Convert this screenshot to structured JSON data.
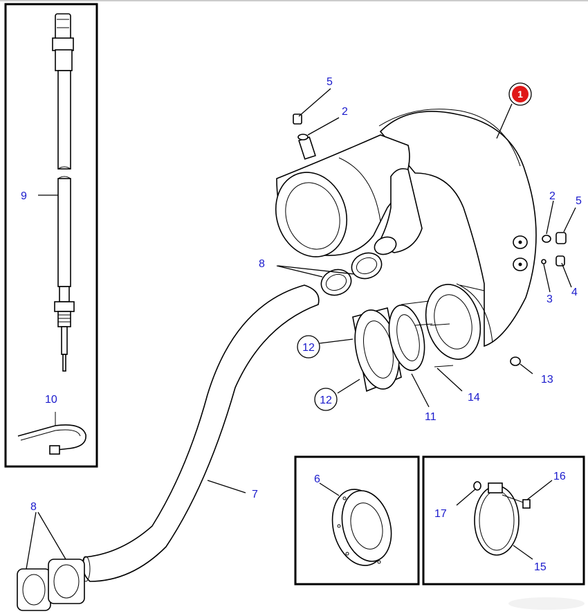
{
  "callouts": {
    "main_part": "1",
    "c2_top": "2",
    "c2_right": "2",
    "c3": "3",
    "c4": "4",
    "c5_top": "5",
    "c5_right": "5",
    "c6": "6",
    "c7": "7",
    "c8_mid": "8",
    "c8_bottom": "8",
    "c9": "9",
    "c10": "10",
    "c11": "11",
    "c12_upper": "12",
    "c12_lower": "12",
    "c13": "13",
    "c14": "14",
    "c15": "15",
    "c16": "16",
    "c17": "17"
  },
  "colors": {
    "label_text": "#1a1acc",
    "highlight_badge": "#e01818",
    "linework": "#000000"
  },
  "icons": {
    "main_badge": "red-circle-badge",
    "circled_labels": "circled-number"
  }
}
